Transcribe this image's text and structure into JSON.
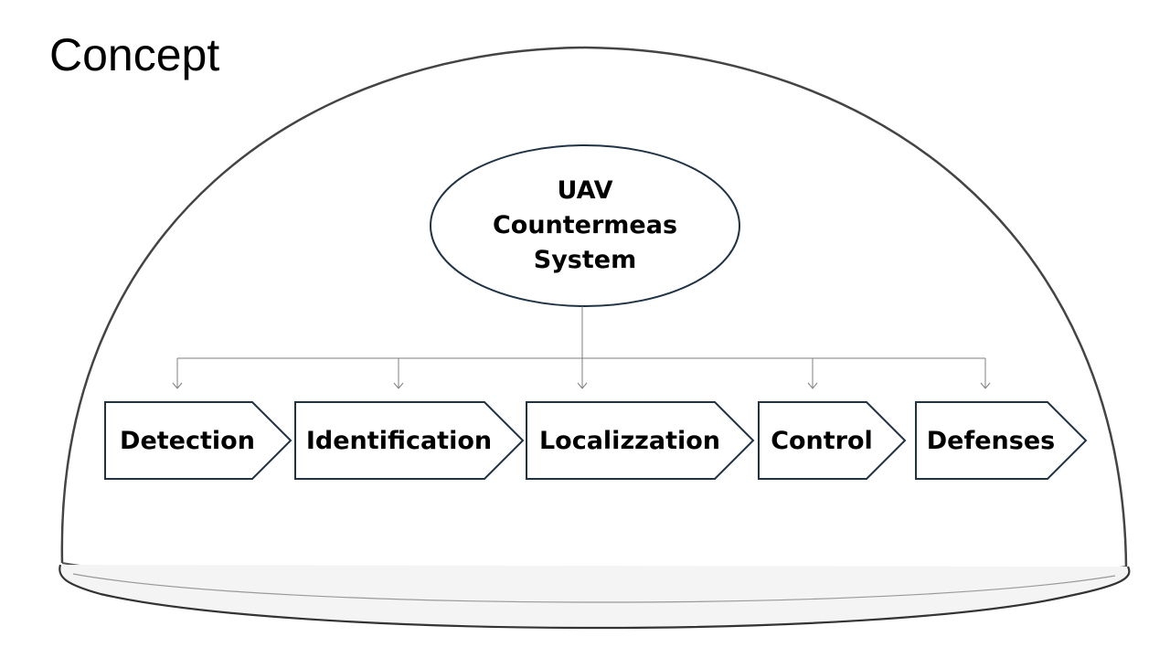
{
  "slide": {
    "title": "Concept"
  },
  "diagram": {
    "root": {
      "label": "UAV Countermeas System"
    },
    "steps": [
      {
        "label": "Detection"
      },
      {
        "label": "Identification"
      },
      {
        "label": "Localizzation"
      },
      {
        "label": "Control"
      },
      {
        "label": "Defenses"
      }
    ]
  },
  "colors": {
    "shape_outline": "#1f3345",
    "connector": "#7f7f7f",
    "dome_outline": "#444444",
    "text": "#000000"
  }
}
